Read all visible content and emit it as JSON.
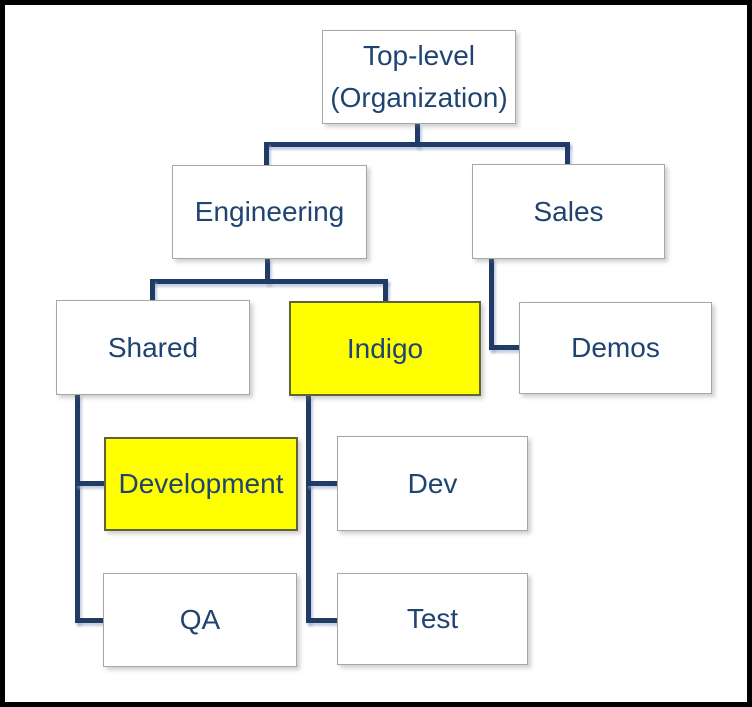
{
  "diagram": {
    "type": "org-chart",
    "nodes": {
      "top": {
        "line1": "Top-level",
        "line2": "(Organization)"
      },
      "engineering": {
        "label": "Engineering"
      },
      "sales": {
        "label": "Sales"
      },
      "shared": {
        "label": "Shared"
      },
      "indigo": {
        "label": "Indigo",
        "highlighted": true
      },
      "demos": {
        "label": "Demos"
      },
      "development": {
        "label": "Development",
        "highlighted": true
      },
      "dev": {
        "label": "Dev"
      },
      "qa": {
        "label": "QA"
      },
      "test": {
        "label": "Test"
      }
    },
    "hierarchy": {
      "Top-level (Organization)": {
        "Engineering": {
          "Shared": [
            "Development",
            "QA"
          ],
          "Indigo": [
            "Dev",
            "Test"
          ]
        },
        "Sales": [
          "Demos"
        ]
      }
    },
    "highlighted_nodes": [
      "Indigo",
      "Development"
    ],
    "colors": {
      "highlight_fill": "#ffff00",
      "text": "#1f4472",
      "connector": "#1f3b66",
      "box_border": "#a6a6a6",
      "frame": "#000000"
    }
  }
}
